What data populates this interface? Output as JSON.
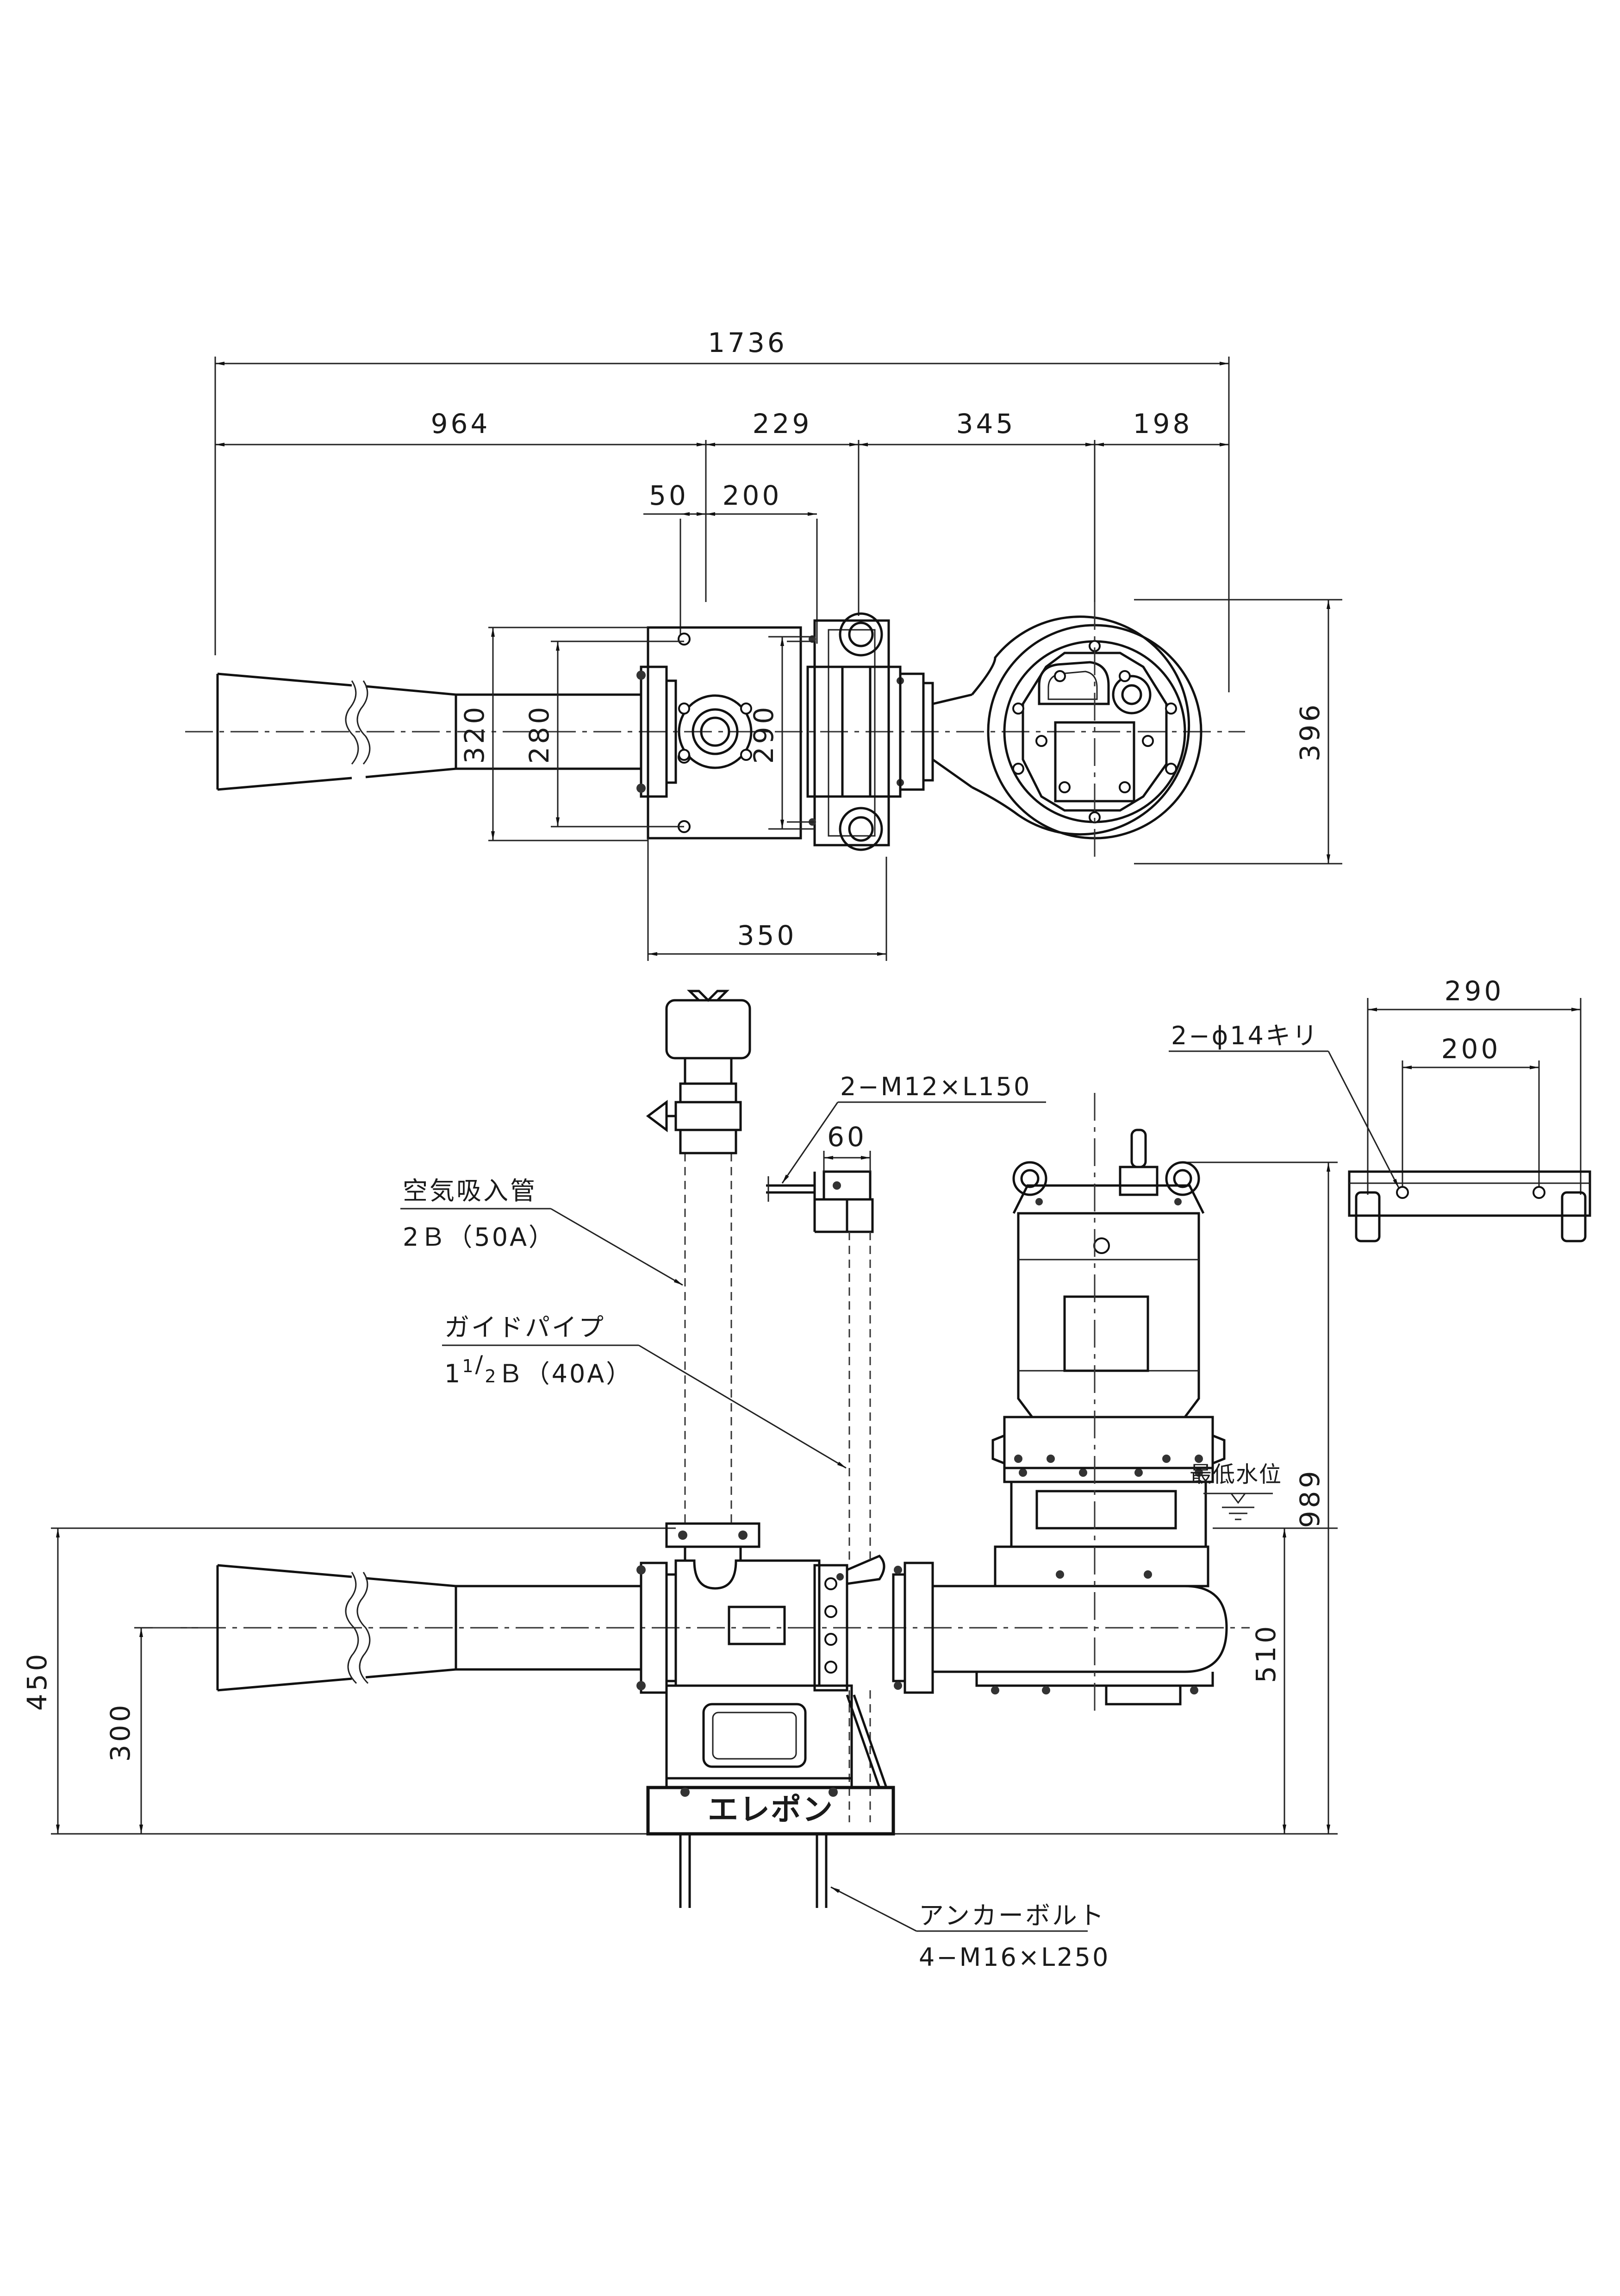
{
  "plan_view": {
    "dims": {
      "overall": "1736",
      "seg_964": "964",
      "seg_229": "229",
      "seg_345": "345",
      "seg_198": "198",
      "seg_50": "50",
      "seg_200": "200",
      "h_320": "320",
      "h_280": "280",
      "h_290": "290",
      "h_396": "396",
      "w_350": "350"
    }
  },
  "side_detail": {
    "dims": {
      "w_290": "290",
      "w_200": "200"
    },
    "hole_note": "2−ϕ14キリ"
  },
  "elevation_view": {
    "bolt_note": "2−M12×L150",
    "dim_60": "60",
    "air_pipe": {
      "name": "空気吸入管",
      "size": "2Ｂ（50A）"
    },
    "guide_pipe": {
      "name": "ガイドパイプ",
      "size_whole": "1",
      "size_num": "1",
      "size_den": "2",
      "size_rest": "Ｂ（40A）"
    },
    "min_water_level": "最低水位",
    "anchor_bolt": {
      "name": "アンカーボルト",
      "size": "4−M16×L250"
    },
    "brand_plate": "エレポン",
    "dims": {
      "h_450": "450",
      "h_300": "300",
      "h_989": "989",
      "h_510": "510"
    }
  },
  "colors": {
    "line": "#111111",
    "background": "#ffffff"
  }
}
